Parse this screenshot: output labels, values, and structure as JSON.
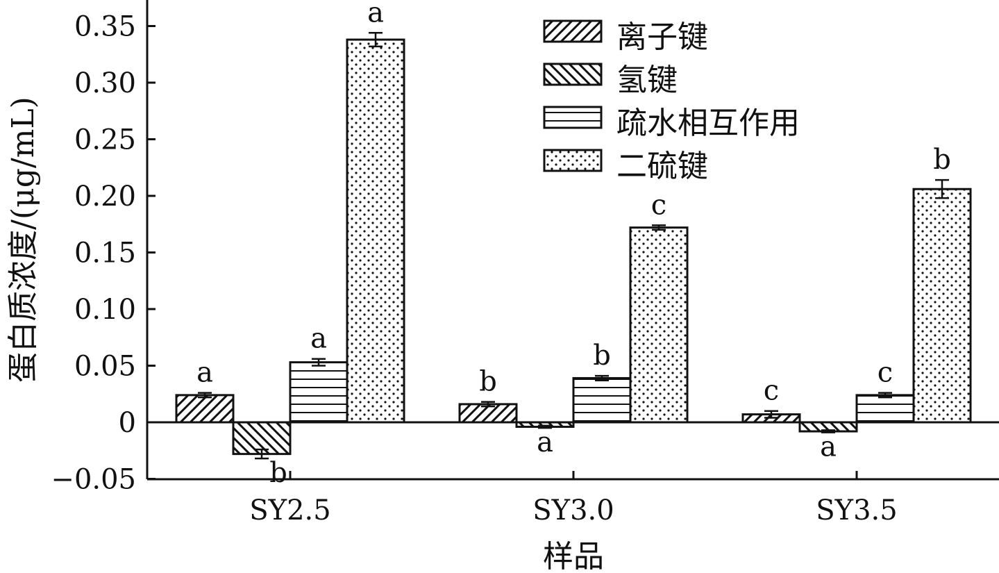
{
  "chart_data": {
    "type": "bar",
    "xlabel": "样品",
    "ylabel": "蛋白质浓度/(μg/mL)",
    "ylim": [
      -0.05,
      0.37
    ],
    "y_ticks": [
      -0.05,
      0,
      0.05,
      0.1,
      0.15,
      0.2,
      0.25,
      0.3,
      0.35
    ],
    "y_tick_labels": [
      "-0.05",
      "0",
      "0.05",
      "0.10",
      "0.15",
      "0.20",
      "0.25",
      "0.30",
      "0.35"
    ],
    "categories": [
      "SY2.5",
      "SY3.0",
      "SY3.5"
    ],
    "legend_position": "top-right",
    "grid": false,
    "series": [
      {
        "name": "离子键",
        "pattern": "diagonal-forward",
        "values": [
          0.024,
          0.016,
          0.007
        ],
        "errors": [
          0.002,
          0.002,
          0.003
        ],
        "labels": [
          "a",
          "b",
          "c"
        ]
      },
      {
        "name": "氢键",
        "pattern": "diagonal-back",
        "values": [
          -0.028,
          -0.004,
          -0.008
        ],
        "errors": [
          0.004,
          0.001,
          0.001
        ],
        "labels": [
          "b",
          "a",
          "a"
        ]
      },
      {
        "name": "疏水相互作用",
        "pattern": "horizontal",
        "values": [
          0.053,
          0.039,
          0.024
        ],
        "errors": [
          0.003,
          0.002,
          0.002
        ],
        "labels": [
          "a",
          "b",
          "c"
        ]
      },
      {
        "name": "二硫键",
        "pattern": "dots",
        "values": [
          0.338,
          0.172,
          0.206
        ],
        "errors": [
          0.006,
          0.002,
          0.008
        ],
        "labels": [
          "a",
          "c",
          "b"
        ]
      }
    ]
  }
}
